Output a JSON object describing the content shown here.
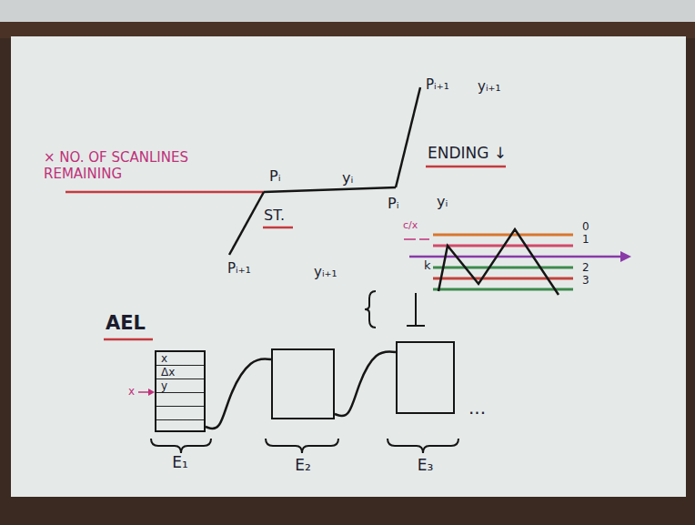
{
  "diagram": {
    "nodes": [
      {
        "text": [
          "x",
          "Δx",
          "y",
          "E₁"
        ]
      },
      {
        "text": [
          "E₂"
        ]
      },
      {
        "text": [
          "E₃"
        ]
      }
    ],
    "edges": [
      {
        "from": 0,
        "to": 1,
        "arrow": "none"
      },
      {
        "from": 1,
        "to": 2,
        "arrow": "none"
      }
    ],
    "labels": [
      "× NO. OF SCANLINES REMAINING",
      "Pᵢ₊₁",
      "yᵢ₊₁",
      "ENDING ↓",
      "Pᵢ",
      "yᵢ",
      "Pᵢ",
      "yᵢ",
      "ST.",
      "Pᵢ₊₁",
      "yᵢ₊₁",
      "c/x",
      "k",
      "0",
      "1",
      "2",
      "3",
      "AEL",
      "x",
      "..."
    ]
  }
}
